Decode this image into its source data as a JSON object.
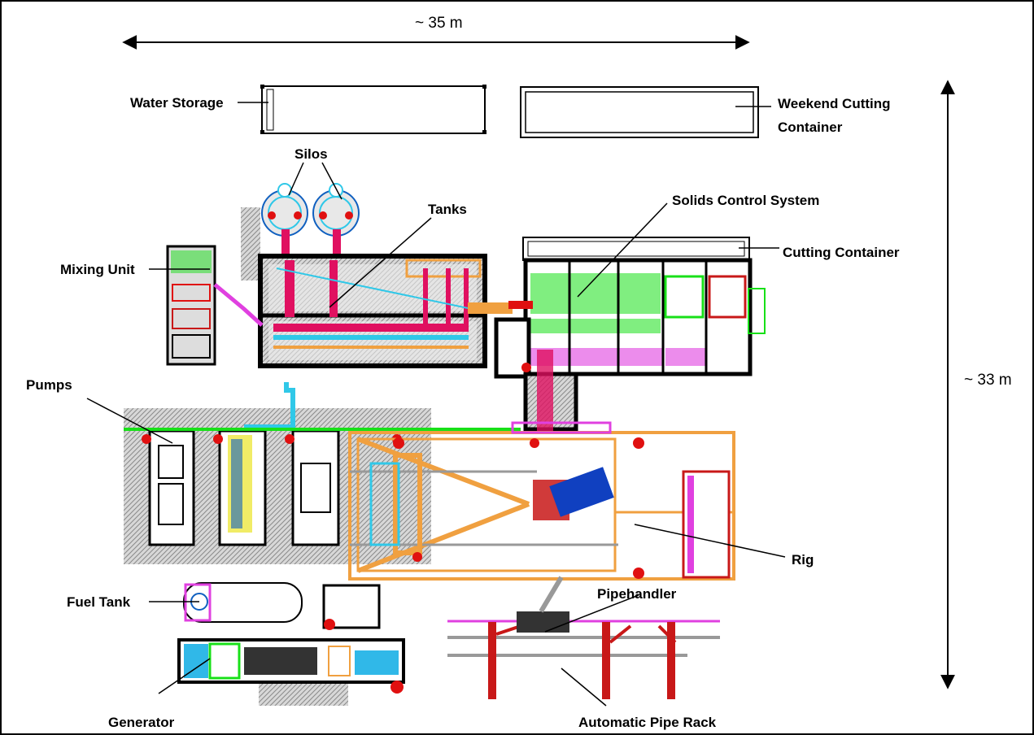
{
  "dimensions": {
    "width": "~ 35 m",
    "height": "~ 33 m"
  },
  "labels": {
    "water_storage": "Water Storage",
    "weekend_cutting_container_1": "Weekend Cutting",
    "weekend_cutting_container_2": "Container",
    "silos": "Silos",
    "tanks": "Tanks",
    "solids_control_system": "Solids Control System",
    "cutting_container": "Cutting Container",
    "mixing_unit": "Mixing Unit",
    "pumps": "Pumps",
    "rig": "Rig",
    "fuel_tank": "Fuel Tank",
    "pipehandler": "Pipehandler",
    "generator": "Generator",
    "automatic_pipe_rack": "Automatic Pipe Rack"
  },
  "colors": {
    "rig": "#f0a040",
    "mud_lines": "#e8007a",
    "water_lines": "#30c8e8",
    "solids_green": "#18e018",
    "frame_red": "#c81818",
    "magenta": "#e040e0",
    "gray_pad": "#b4b4b4",
    "generator_blue": "#30b8e8"
  }
}
